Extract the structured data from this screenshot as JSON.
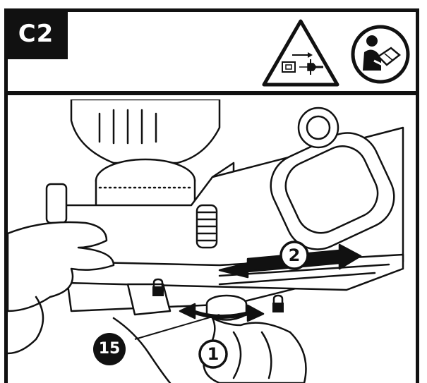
{
  "step": {
    "label": "C2"
  },
  "warning_icon": {
    "name": "unplug-before-adjusting-icon"
  },
  "manual_icon": {
    "name": "read-manual-icon"
  },
  "callouts": [
    {
      "id": "callout-1",
      "text": "1"
    },
    {
      "id": "callout-2",
      "text": "2"
    },
    {
      "id": "callout-15",
      "text": "15"
    }
  ],
  "colors": {
    "ink": "#111111",
    "paper": "#ffffff"
  }
}
